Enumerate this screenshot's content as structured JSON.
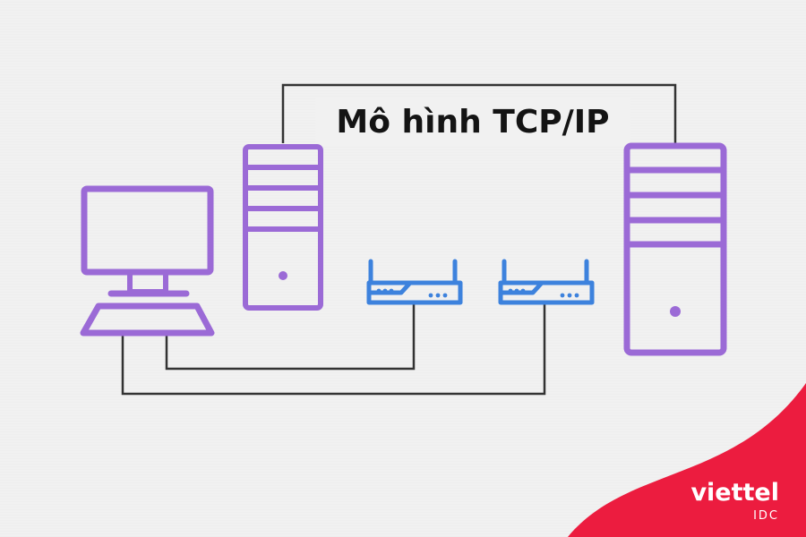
{
  "title": "Mô hình TCP/IP",
  "brand": {
    "name": "viettel",
    "sub": "IDC"
  },
  "colors": {
    "background": "#f1f1f1",
    "device_purple": "#9b6ad6",
    "router_blue": "#3d82dd",
    "wire": "#333333",
    "title_text": "#141414",
    "brand_red": "#ec1c3f",
    "brand_text": "#ffffff"
  },
  "nodes": [
    {
      "id": "desktop-computer",
      "icon": "monitor-keyboard-icon"
    },
    {
      "id": "server-small",
      "icon": "server-tower-icon"
    },
    {
      "id": "router-1",
      "icon": "router-icon"
    },
    {
      "id": "router-2",
      "icon": "router-icon"
    },
    {
      "id": "server-large",
      "icon": "server-tower-icon"
    }
  ],
  "connections": [
    {
      "from": "server-small",
      "to": "server-large"
    },
    {
      "from": "desktop-computer",
      "to": "router-1"
    },
    {
      "from": "desktop-computer",
      "to": "router-2"
    }
  ]
}
